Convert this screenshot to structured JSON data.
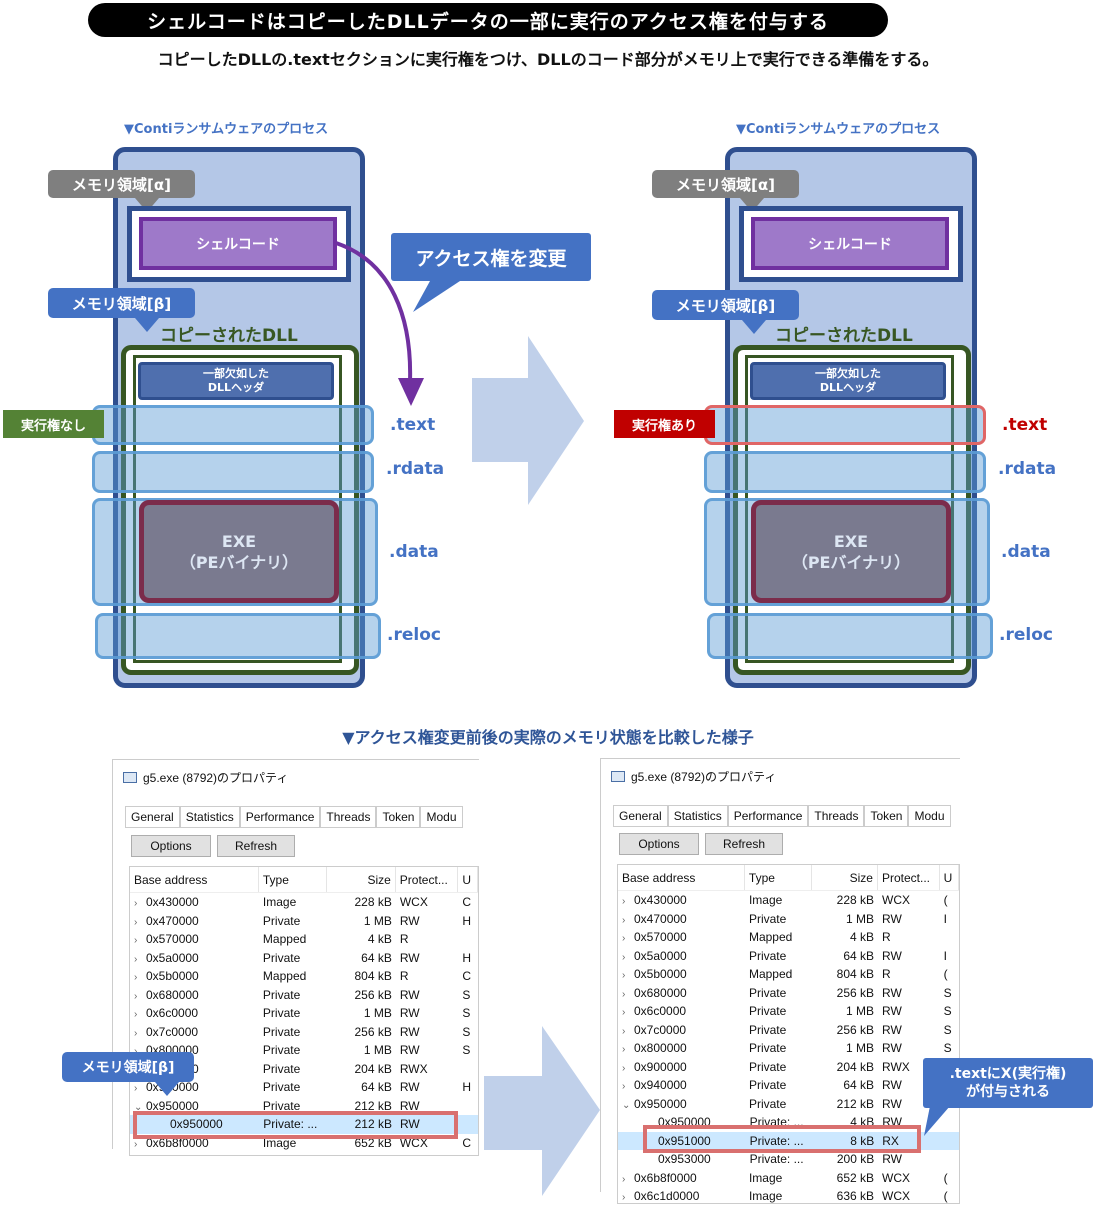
{
  "title": "シェルコードはコピーしたDLLデータの一部に実行のアクセス権を付与する",
  "subtitle": "コピーしたDLLの.textセクションに実行権をつけ、DLLのコード部分がメモリ上で実行できる準備をする。",
  "process_label": "▼Contiランサムウェアのプロセス",
  "mem_alpha": "メモリ領域[α]",
  "mem_beta": "メモリ領域[β]",
  "shellcode": "シェルコード",
  "copied_dll": "コピーされたDLL",
  "dll_header_1": "一部欠如した",
  "dll_header_2": "DLLヘッダ",
  "exe_1": "EXE",
  "exe_2": "（PEバイナリ）",
  "sections": [
    ".text",
    ".rdata",
    ".data",
    ".reloc"
  ],
  "no_exec": "実行権なし",
  "has_exec": "実行権あり",
  "change_callout": "アクセス権を変更",
  "compare_title": "▼アクセス権変更前後の実際のメモリ状態を比較した様子",
  "window_title": "g5.exe (8792)のプロパティ",
  "tabs": [
    "General",
    "Statistics",
    "Performance",
    "Threads",
    "Token",
    "Modu"
  ],
  "buttons": {
    "options": "Options",
    "refresh": "Refresh"
  },
  "columns": [
    "Base address",
    "Type",
    "Size",
    "Protect...",
    "U"
  ],
  "before_rows": [
    {
      "addr": "0x430000",
      "type": "Image",
      "size": "228 kB",
      "prot": "WCX",
      "u": "C",
      "exp": ">",
      "indent": 0
    },
    {
      "addr": "0x470000",
      "type": "Private",
      "size": "1 MB",
      "prot": "RW",
      "u": "H",
      "exp": ">",
      "indent": 0
    },
    {
      "addr": "0x570000",
      "type": "Mapped",
      "size": "4 kB",
      "prot": "R",
      "u": "",
      "exp": ">",
      "indent": 0
    },
    {
      "addr": "0x5a0000",
      "type": "Private",
      "size": "64 kB",
      "prot": "RW",
      "u": "H",
      "exp": ">",
      "indent": 0
    },
    {
      "addr": "0x5b0000",
      "type": "Mapped",
      "size": "804 kB",
      "prot": "R",
      "u": "C",
      "exp": ">",
      "indent": 0
    },
    {
      "addr": "0x680000",
      "type": "Private",
      "size": "256 kB",
      "prot": "RW",
      "u": "S",
      "exp": ">",
      "indent": 0
    },
    {
      "addr": "0x6c0000",
      "type": "Private",
      "size": "1 MB",
      "prot": "RW",
      "u": "S",
      "exp": ">",
      "indent": 0
    },
    {
      "addr": "0x7c0000",
      "type": "Private",
      "size": "256 kB",
      "prot": "RW",
      "u": "S",
      "exp": ">",
      "indent": 0
    },
    {
      "addr": "0x800000",
      "type": "Private",
      "size": "1 MB",
      "prot": "RW",
      "u": "S",
      "exp": ">",
      "indent": 0
    },
    {
      "addr": "0x900000",
      "type": "Private",
      "size": "204 kB",
      "prot": "RWX",
      "u": "",
      "exp": ">",
      "indent": 0
    },
    {
      "addr": "0x940000",
      "type": "Private",
      "size": "64 kB",
      "prot": "RW",
      "u": "H",
      "exp": ">",
      "indent": 0
    },
    {
      "addr": "0x950000",
      "type": "Private",
      "size": "212 kB",
      "prot": "RW",
      "u": "",
      "exp": "v",
      "indent": 0
    },
    {
      "addr": "0x950000",
      "type": "Private: ...",
      "size": "212 kB",
      "prot": "RW",
      "u": "",
      "exp": "",
      "indent": 1,
      "sel": true
    },
    {
      "addr": "0x6b8f0000",
      "type": "Image",
      "size": "652 kB",
      "prot": "WCX",
      "u": "C",
      "exp": ">",
      "indent": 0
    }
  ],
  "after_rows": [
    {
      "addr": "0x430000",
      "type": "Image",
      "size": "228 kB",
      "prot": "WCX",
      "u": "(",
      "exp": ">",
      "indent": 0
    },
    {
      "addr": "0x470000",
      "type": "Private",
      "size": "1 MB",
      "prot": "RW",
      "u": "I",
      "exp": ">",
      "indent": 0
    },
    {
      "addr": "0x570000",
      "type": "Mapped",
      "size": "4 kB",
      "prot": "R",
      "u": "",
      "exp": ">",
      "indent": 0
    },
    {
      "addr": "0x5a0000",
      "type": "Private",
      "size": "64 kB",
      "prot": "RW",
      "u": "I",
      "exp": ">",
      "indent": 0
    },
    {
      "addr": "0x5b0000",
      "type": "Mapped",
      "size": "804 kB",
      "prot": "R",
      "u": "(",
      "exp": ">",
      "indent": 0
    },
    {
      "addr": "0x680000",
      "type": "Private",
      "size": "256 kB",
      "prot": "RW",
      "u": "S",
      "exp": ">",
      "indent": 0
    },
    {
      "addr": "0x6c0000",
      "type": "Private",
      "size": "1 MB",
      "prot": "RW",
      "u": "S",
      "exp": ">",
      "indent": 0
    },
    {
      "addr": "0x7c0000",
      "type": "Private",
      "size": "256 kB",
      "prot": "RW",
      "u": "S",
      "exp": ">",
      "indent": 0
    },
    {
      "addr": "0x800000",
      "type": "Private",
      "size": "1 MB",
      "prot": "RW",
      "u": "S",
      "exp": ">",
      "indent": 0
    },
    {
      "addr": "0x900000",
      "type": "Private",
      "size": "204 kB",
      "prot": "RWX",
      "u": "",
      "exp": ">",
      "indent": 0
    },
    {
      "addr": "0x940000",
      "type": "Private",
      "size": "64 kB",
      "prot": "RW",
      "u": "I",
      "exp": ">",
      "indent": 0
    },
    {
      "addr": "0x950000",
      "type": "Private",
      "size": "212 kB",
      "prot": "RW",
      "u": "",
      "exp": "v",
      "indent": 0
    },
    {
      "addr": "0x950000",
      "type": "Private: ...",
      "size": "4 kB",
      "prot": "RW",
      "u": "",
      "exp": "",
      "indent": 1
    },
    {
      "addr": "0x951000",
      "type": "Private: ...",
      "size": "8 kB",
      "prot": "RX",
      "u": "",
      "exp": "",
      "indent": 1,
      "sel": true
    },
    {
      "addr": "0x953000",
      "type": "Private: ...",
      "size": "200 kB",
      "prot": "RW",
      "u": "",
      "exp": "",
      "indent": 1
    },
    {
      "addr": "0x6b8f0000",
      "type": "Image",
      "size": "652 kB",
      "prot": "WCX",
      "u": "(",
      "exp": ">",
      "indent": 0
    },
    {
      "addr": "0x6c1d0000",
      "type": "Image",
      "size": "636 kB",
      "prot": "WCX",
      "u": "(",
      "exp": ">",
      "indent": 0
    }
  ],
  "x_callout_1": ".textにX(実行権)",
  "x_callout_2": "が付与される",
  "colors": {
    "process_border": "#2f4f8f",
    "process_fill": "#b4c7e7",
    "shell_fill": "#9e79c9",
    "shell_border": "#7030a0",
    "dll_border": "#375623",
    "no_exec": "#548235",
    "has_exec": "#c00000",
    "callout": "#4472c4",
    "highlight": "#d9706f"
  }
}
